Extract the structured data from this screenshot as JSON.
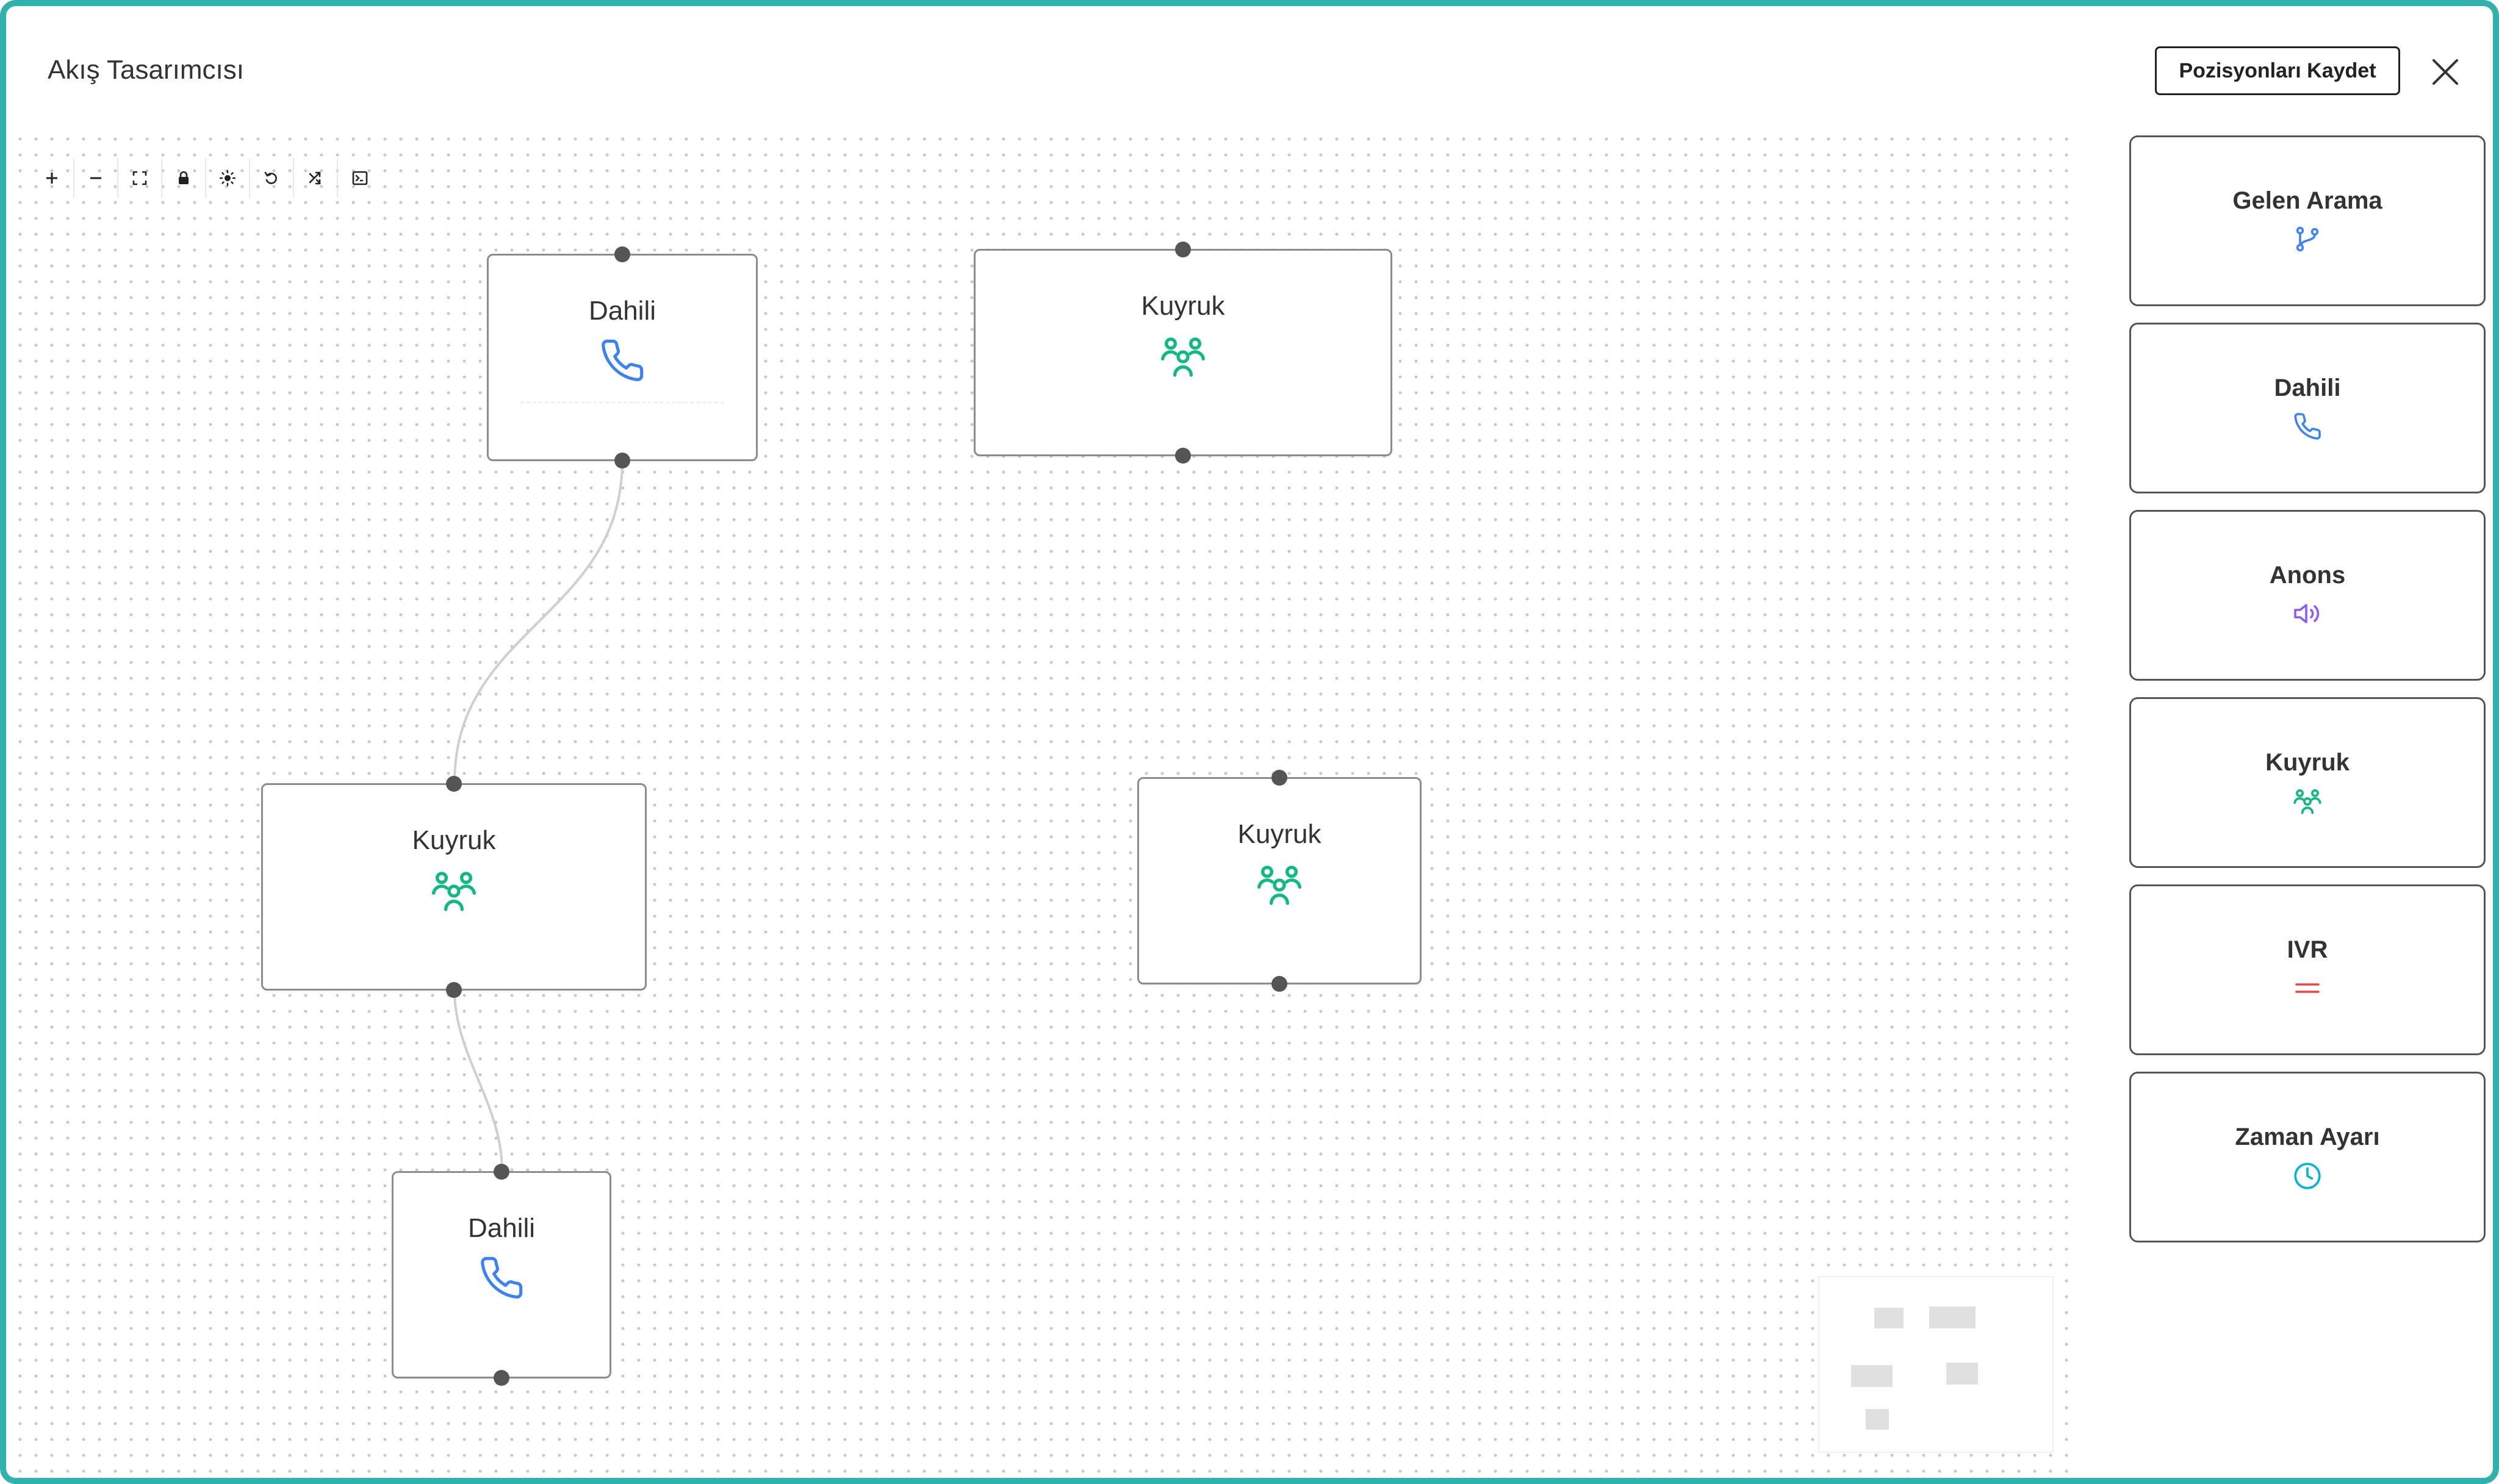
{
  "header": {
    "title": "Akış Tasarımcısı",
    "save_label": "Pozisyonları Kaydet"
  },
  "toolbar": {
    "tools": [
      {
        "name": "zoom-in",
        "icon": "plus-icon"
      },
      {
        "name": "zoom-out",
        "icon": "minus-icon"
      },
      {
        "name": "fit-view",
        "icon": "fullscreen-icon"
      },
      {
        "name": "lock",
        "icon": "lock-icon"
      },
      {
        "name": "theme",
        "icon": "sun-icon"
      },
      {
        "name": "reset",
        "icon": "undo-icon"
      },
      {
        "name": "shuffle",
        "icon": "shuffle-icon"
      },
      {
        "name": "console",
        "icon": "terminal-icon"
      }
    ]
  },
  "canvas": {
    "nodes": [
      {
        "id": "n1",
        "label": "Dahili",
        "icon": "phone-icon"
      },
      {
        "id": "n2",
        "label": "Kuyruk",
        "icon": "users-icon"
      },
      {
        "id": "n3",
        "label": "Kuyruk",
        "icon": "users-icon"
      },
      {
        "id": "n4",
        "label": "Kuyruk",
        "icon": "users-icon"
      },
      {
        "id": "n5",
        "label": "Dahili",
        "icon": "phone-icon"
      }
    ],
    "edges": [
      {
        "from": "n1",
        "to": "n3"
      },
      {
        "from": "n3",
        "to": "n5"
      }
    ]
  },
  "palette": {
    "items": [
      {
        "label": "Gelen Arama",
        "icon": "git-branch-icon",
        "color": "#3b82f6"
      },
      {
        "label": "Dahili",
        "icon": "phone-icon",
        "color": "#3b82f6"
      },
      {
        "label": "Anons",
        "icon": "speaker-icon",
        "color": "#8b5cf6"
      },
      {
        "label": "Kuyruk",
        "icon": "users-icon",
        "color": "#10b981"
      },
      {
        "label": "IVR",
        "icon": "menu-lines-icon",
        "color": "#ef4444"
      },
      {
        "label": "Zaman Ayarı",
        "icon": "clock-icon",
        "color": "#06b6d4"
      }
    ]
  },
  "colors": {
    "frame": "#2fb2ac",
    "phone": "#3b82f6",
    "queue": "#10b981",
    "announce": "#8b5cf6",
    "ivr": "#ef4444",
    "time": "#06b6d4"
  }
}
